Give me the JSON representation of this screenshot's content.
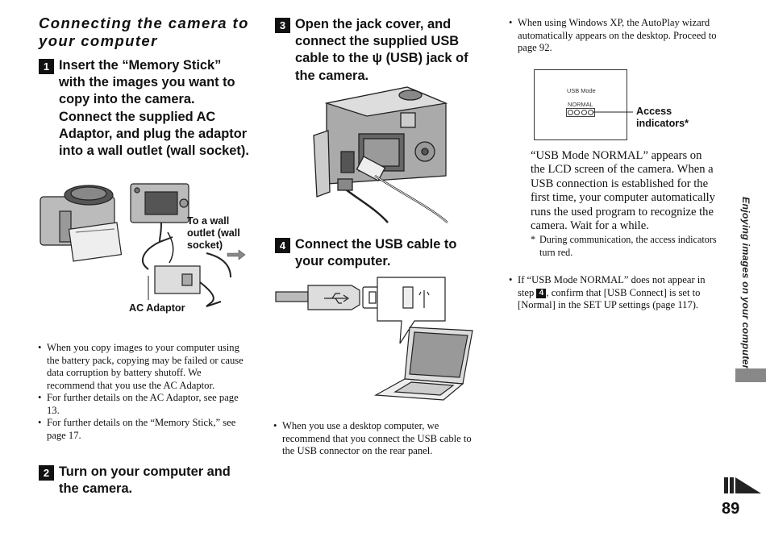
{
  "section_title": "Connecting the camera to your computer",
  "step1": {
    "num": "1",
    "text": "Insert the “Memory Stick” with the images you want to copy into the camera. Connect the supplied AC Adaptor, and plug the adaptor into a wall outlet (wall socket)."
  },
  "fig1": {
    "callout_outlet": "To a wall outlet (wall socket)",
    "callout_adaptor": "AC Adaptor"
  },
  "left_bullets": [
    "When you copy images to your computer using the battery pack, copying may be failed or cause data corruption by battery shutoff. We recommend that you use the AC Adaptor.",
    "For further details on the AC Adaptor, see page 13.",
    "For further details on the “Memory Stick,” see page 17."
  ],
  "step2": {
    "num": "2",
    "text": "Turn on your computer and the camera."
  },
  "step3": {
    "num": "3",
    "text_before": "Open the jack cover, and connect the supplied USB cable to the",
    "usb_symbol": "ψ",
    "text_after": "(USB) jack of the camera."
  },
  "step4": {
    "num": "4",
    "text": "Connect the USB cable to your computer."
  },
  "mid_bullet": "When you use a desktop computer, we recommend that you connect the USB cable to the USB connector on the rear panel.",
  "right_bullet1": "When using Windows XP, the AutoPlay wizard automatically appears on the desktop. Proceed to page 92.",
  "lcd": {
    "mode_label": "USB Mode",
    "status": "NORMAL",
    "callout": "Access indicators*"
  },
  "right_para": "“USB Mode NORMAL” appears on the LCD screen of the camera. When a USB connection is established for the first time, your computer automatically runs the used program to recognize the camera. Wait for a while.",
  "footnote_mark": "*",
  "footnote": "During communication, the access indicators turn red.",
  "right_bullet2": {
    "before": "If “USB Mode NORMAL” does not appear in step",
    "step_ref": "4",
    "after": ", confirm that [USB Connect] is set to [Normal] in the SET UP settings (page 117)."
  },
  "side_label": "Enjoying images on your computer",
  "page_number": "89",
  "colors": {
    "text": "#111111",
    "tab": "#888888"
  }
}
